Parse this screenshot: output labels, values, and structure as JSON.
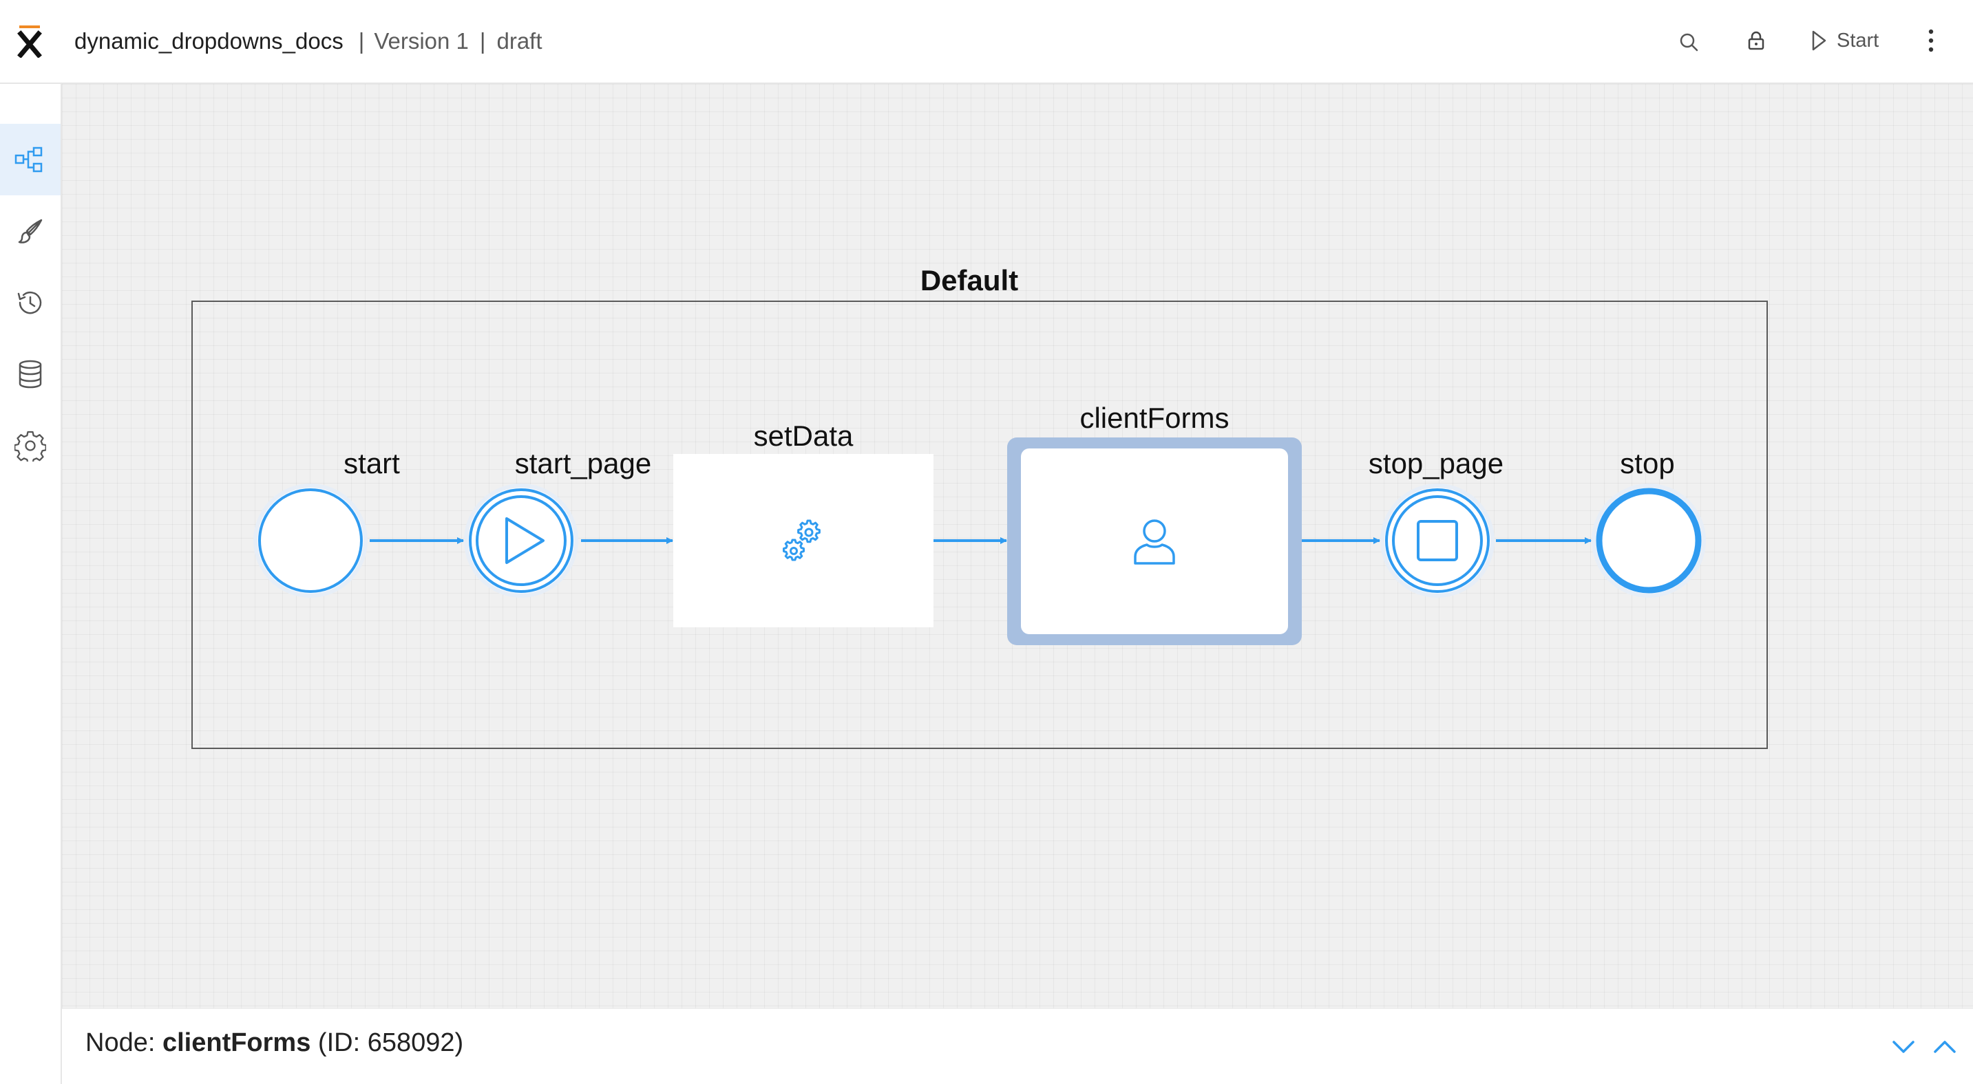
{
  "header": {
    "process_name": "dynamic_dropdowns_docs",
    "separator": "|",
    "version": "Version 1",
    "status": "draft",
    "start_label": "Start",
    "icons": [
      "flowx-logo-icon",
      "search-icon",
      "lock-icon",
      "play-icon",
      "more-vertical-icon"
    ]
  },
  "sidebar": {
    "items": [
      {
        "icon": "process-diagram-icon",
        "active": true
      },
      {
        "icon": "brush-icon",
        "active": false
      },
      {
        "icon": "history-icon",
        "active": false
      },
      {
        "icon": "database-icon",
        "active": false
      },
      {
        "icon": "settings-icon",
        "active": false
      }
    ]
  },
  "diagram": {
    "swimlane": "Default",
    "nodes": [
      {
        "label": "start",
        "type": "start-event"
      },
      {
        "label": "start_page",
        "type": "start-page-event"
      },
      {
        "label": "setData",
        "type": "service-task"
      },
      {
        "label": "clientForms",
        "type": "user-task",
        "selected": true
      },
      {
        "label": "stop_page",
        "type": "stop-page-event"
      },
      {
        "label": "stop",
        "type": "end-event"
      }
    ]
  },
  "bottom_bar": {
    "prefix": "Node:",
    "node_name": "clientForms",
    "node_id": "(ID: 658092)",
    "icons": [
      "chevron-down-icon",
      "chevron-up-icon"
    ]
  },
  "colors": {
    "accent": "#2f9bf0",
    "selection": "#a7bfe0",
    "logo_orange": "#f08a24",
    "canvas": "#f0f0f0"
  }
}
